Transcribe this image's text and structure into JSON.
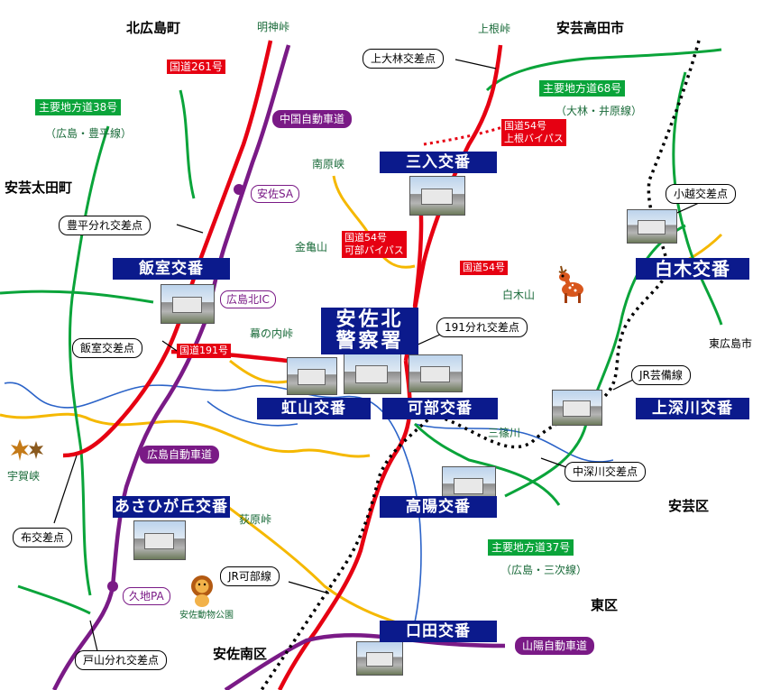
{
  "places": {
    "kitahiroshima": "北広島町",
    "akitakata": "安芸高田市",
    "akiota": "安芸太田町",
    "higashihiroshima": "東広島市",
    "aki_ku": "安芸区",
    "higashi_ku": "東区",
    "asaminami_ku": "安佐南区"
  },
  "geo": {
    "myojin_toge": "明神峠",
    "kamine_toge": "上根峠",
    "nanbara_kyo": "南原峡",
    "kinkizan": "金亀山",
    "shirakiyama": "白木山",
    "makunouchi_toge": "幕の内峠",
    "misasa_river": "三篠川",
    "ugakyo": "宇賀峡",
    "ogihara_toge": "荻原峠",
    "asa_zoo": "安佐動物公園"
  },
  "national_routes": {
    "r261": "国道261号",
    "r54_kamine_line1": "国道54号",
    "r54_kamine_line2": "上根バイパス",
    "r54_kabe_line1": "国道54号",
    "r54_kabe_line2": "可部バイパス",
    "r54": "国道54号",
    "r191": "国道191号"
  },
  "prefectural_routes": {
    "r38": "主要地方道38号",
    "r38_sub": "（広島・豊平線）",
    "r68": "主要地方道68号",
    "r68_sub": "（大林・井原線）",
    "r37": "主要地方道37号",
    "r37_sub": "（広島・三次線）"
  },
  "expressways": {
    "chugoku": "中国自動車道",
    "hiroshima": "広島自動車道",
    "sanyo": "山陽自動車道"
  },
  "facilities": {
    "asa_sa": "安佐SA",
    "hiroshima_kita_ic": "広島北IC",
    "kuchi_pa": "久地PA"
  },
  "intersections": {
    "kamiobayashi": "上大林交差点",
    "toyohira_wakare": "豊平分れ交差点",
    "koshi": "小越交差点",
    "imuro": "飯室交差点",
    "r191_wakare": "191分れ交差点",
    "jr_geibi": "JR芸備線",
    "nakafukawa": "中深川交差点",
    "nuno": "布交差点",
    "jr_kabe": "JR可部線",
    "toyama_wakare": "戸山分れ交差点"
  },
  "police": {
    "station_line1": "安佐北",
    "station_line2": "警察署",
    "miiri": "三入交番",
    "imuro": "飯室交番",
    "shiraki": "白木交番",
    "nijiyama": "虹山交番",
    "kabe": "可部交番",
    "kamifukawa": "上深川交番",
    "asahigaoka": "あさひが丘交番",
    "koyo": "高陽交番",
    "kuchita": "口田交番"
  },
  "colors": {
    "koban_bg": "#0b1a8c",
    "national_route": "#e60012",
    "prefectural_route": "#0aa43a",
    "expressway": "#7a1a86",
    "river": "#2b63c8",
    "minor_road": "#f5b800"
  },
  "icons": [
    "deer-icon",
    "maple-leaf-icon",
    "lion-icon"
  ]
}
